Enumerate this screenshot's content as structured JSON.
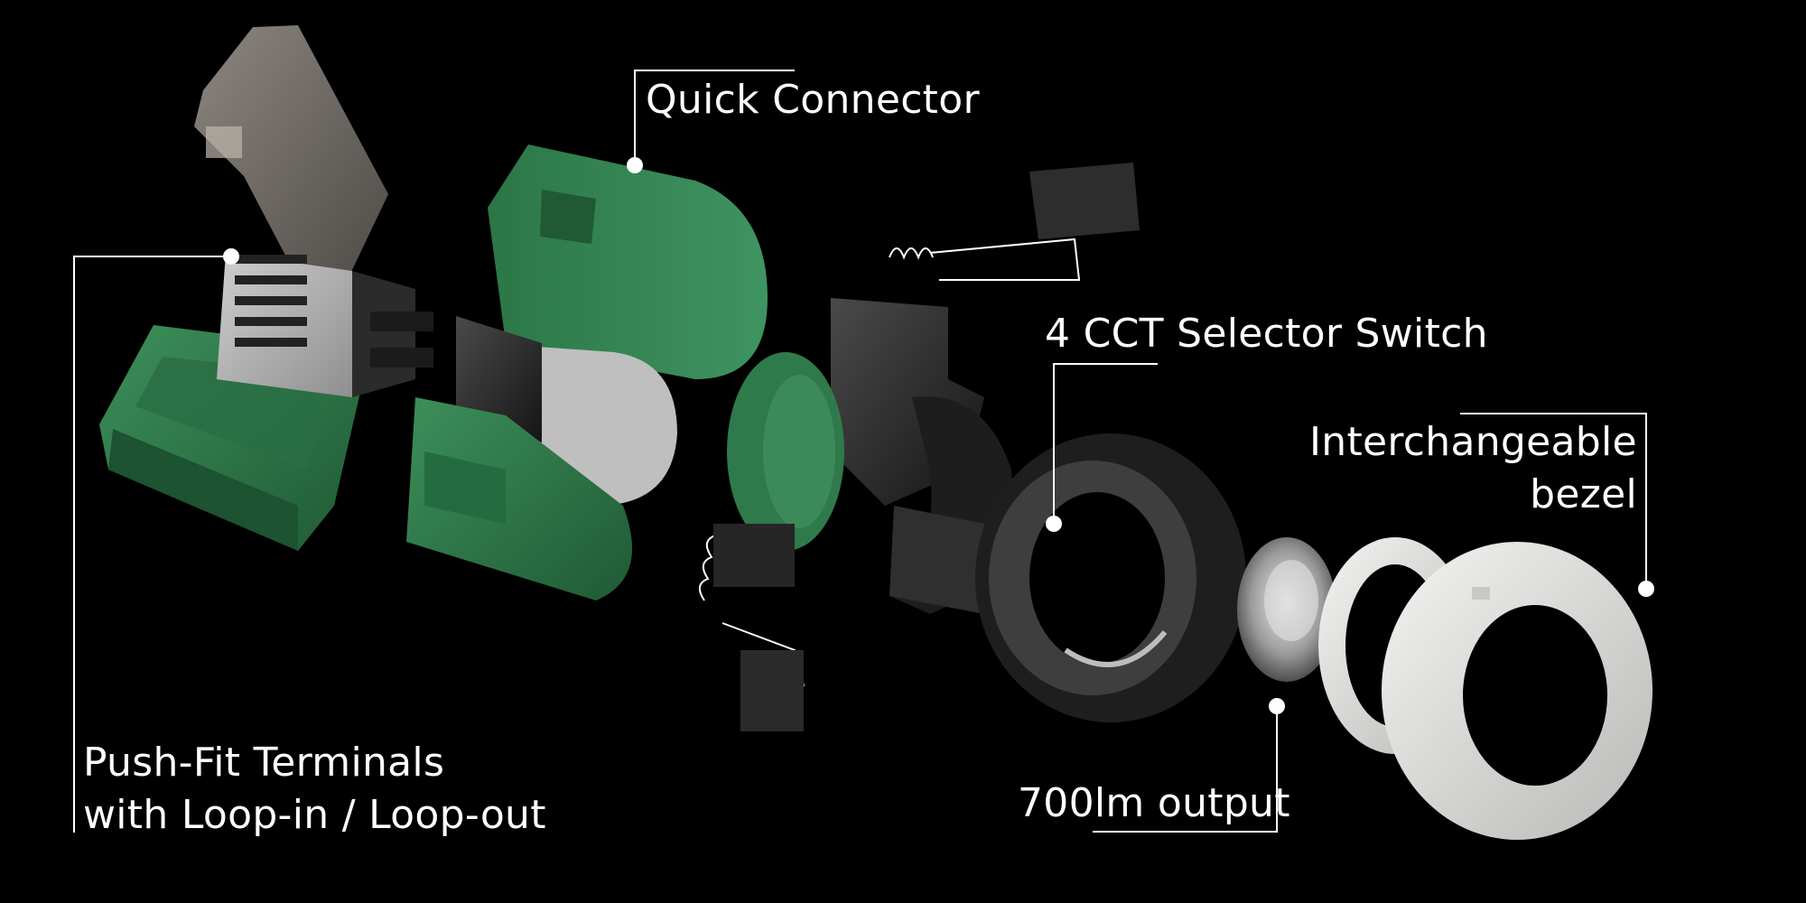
{
  "callouts": {
    "quick_connector": "Quick Connector",
    "push_fit_line1": "Push-Fit Terminals",
    "push_fit_line2": "with Loop-in / Loop-out",
    "cct_switch": "4 CCT Selector Switch",
    "bezel_line1": "Interchangeable",
    "bezel_line2": "bezel",
    "output": "700lm output"
  },
  "colors": {
    "background": "#000000",
    "housing_green": "#2f7a4a",
    "housing_green_dark": "#1f5a34",
    "metal_dark": "#2a2a2a",
    "bezel_white": "#e6e6e4",
    "leader_line": "#ffffff"
  }
}
